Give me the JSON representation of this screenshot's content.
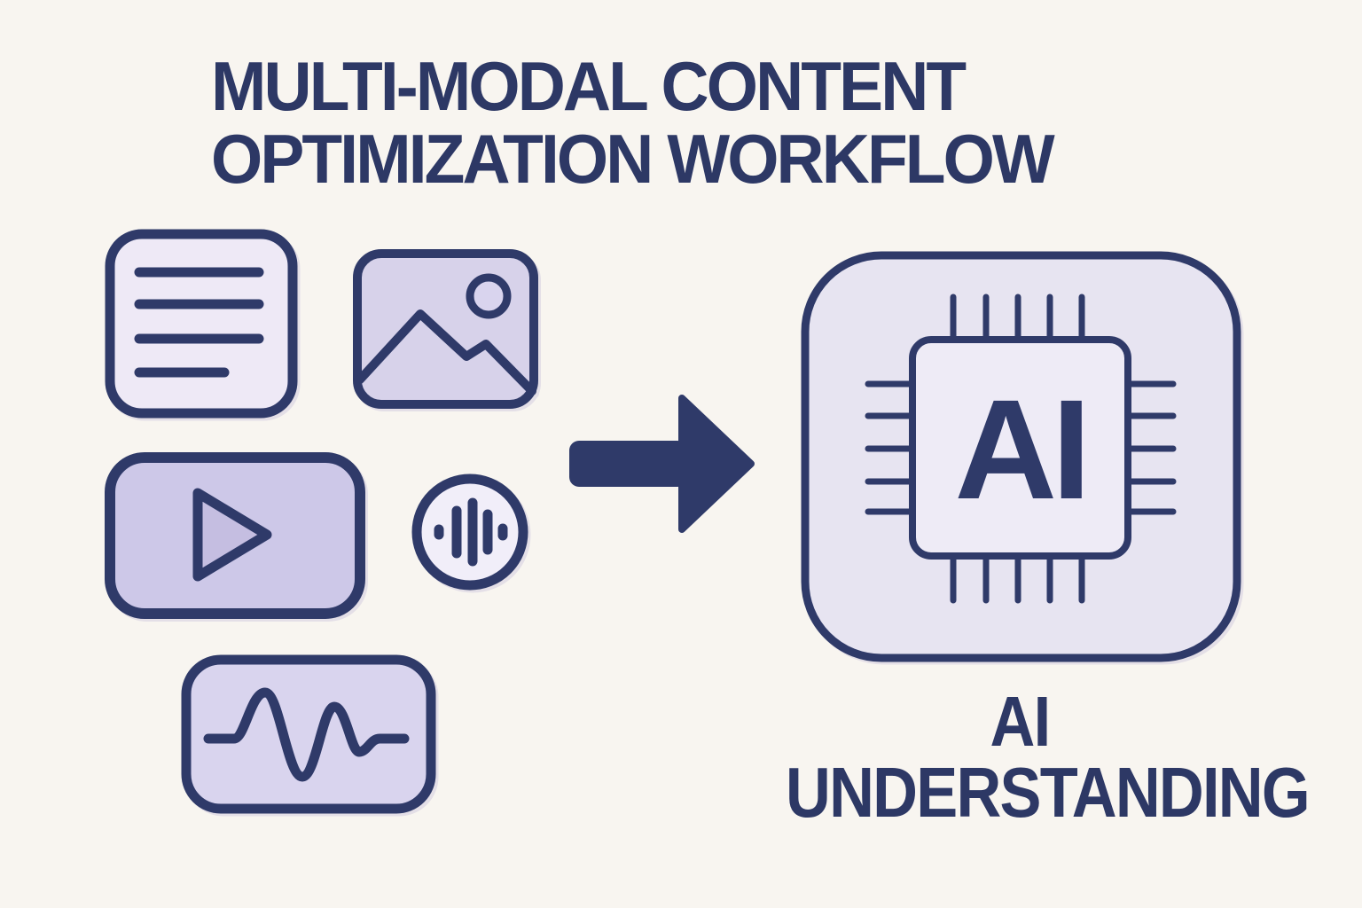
{
  "title": {
    "line1": "MULTI-MODAL CONTENT",
    "line2": "OPTIMIZATION WORKFLOW"
  },
  "icons": {
    "inputs": [
      "text-document-icon",
      "image-icon",
      "video-play-icon",
      "audio-voice-icon",
      "waveform-icon"
    ],
    "arrow": "arrow-right-icon",
    "output": "ai-chip-icon"
  },
  "chip": {
    "label": "AI"
  },
  "caption": {
    "line1": "AI",
    "line2": "UNDERSTANDING"
  },
  "colors": {
    "background": "#f8f5f0",
    "navy": "#2f3a69",
    "ink": "#2d3865",
    "lavender_light": "#eee9f6",
    "lavender": "#d7d2ea",
    "lavender_mid": "#cdc8e8",
    "lavender_deep": "#c5bee1",
    "lavender_soft": "#f1eef9",
    "lavender_wave": "#d9d4ee",
    "chip_fill": "#e7e4f1",
    "chip_inner": "#eeebf6"
  }
}
